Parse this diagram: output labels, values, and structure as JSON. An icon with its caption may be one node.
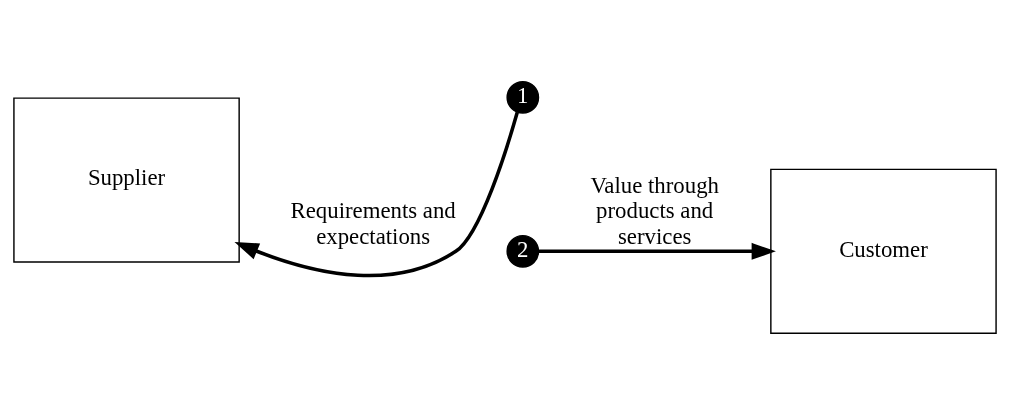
{
  "diagram": {
    "nodes": [
      {
        "text": [
          "Supplier"
        ]
      },
      {
        "text": [
          "Customer"
        ]
      },
      {
        "text": [
          "1"
        ]
      },
      {
        "text": [
          "2"
        ]
      }
    ],
    "edges": [
      {
        "from": 2,
        "to": 0,
        "arrow": "to",
        "label": "Requirements and expectations"
      },
      {
        "from": 3,
        "to": 1,
        "arrow": "to",
        "label": "Value through products and services"
      }
    ]
  }
}
